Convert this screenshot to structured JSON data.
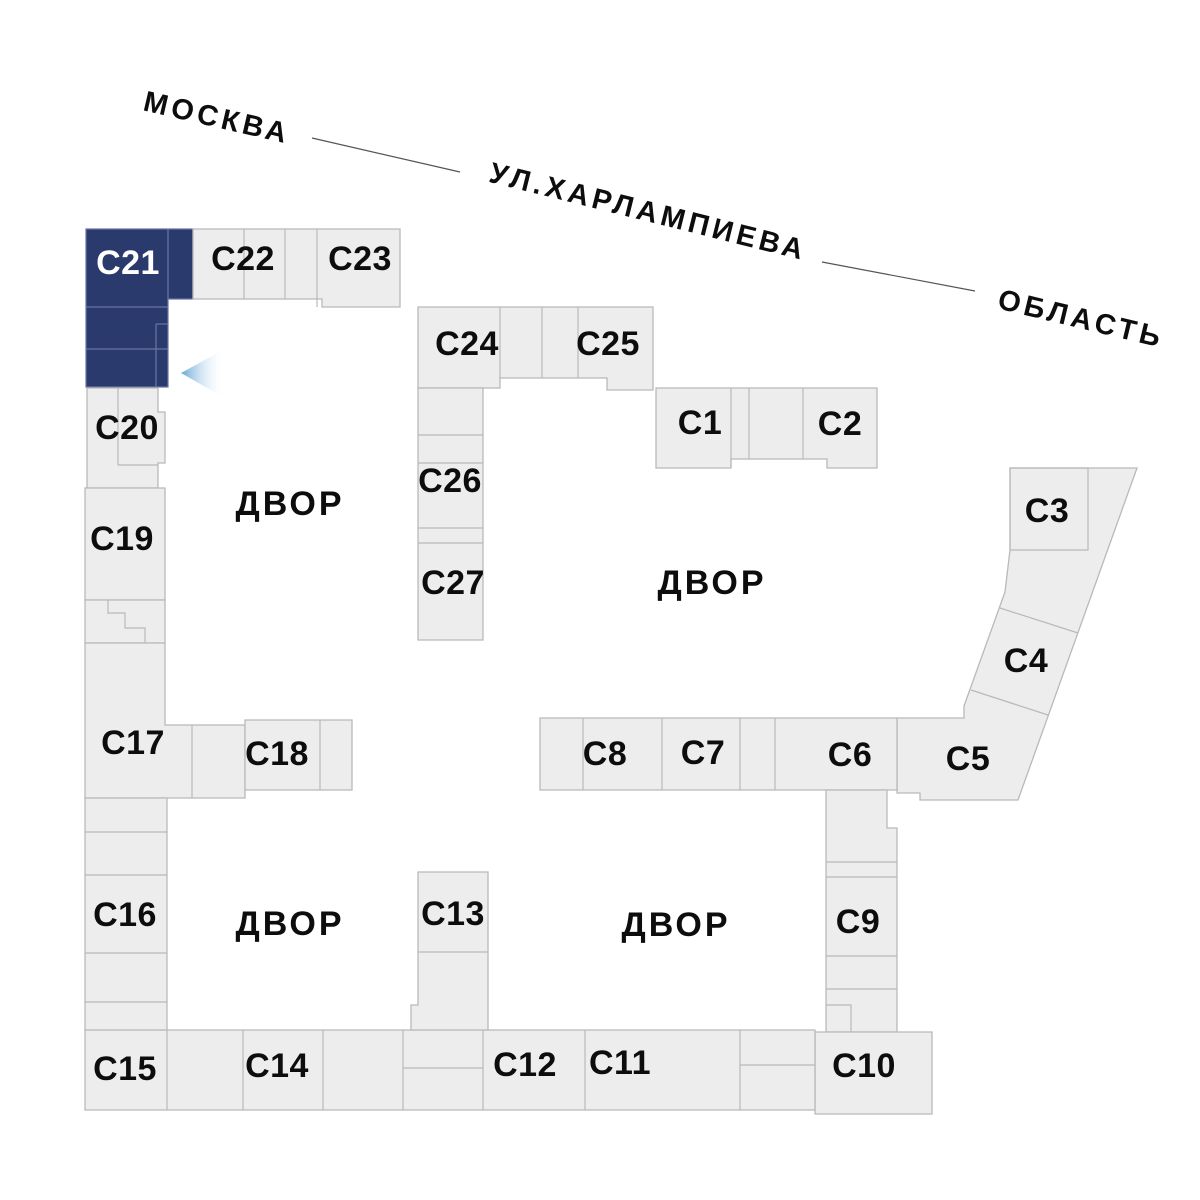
{
  "streets": {
    "left": "МОСКВА",
    "middle": "УЛ.ХАРЛАМПИЕВА",
    "right": "ОБЛАСТЬ"
  },
  "courtyard_label": "ДВОР",
  "selected_building": "С21",
  "buildings": {
    "c1": "С1",
    "c2": "С2",
    "c3": "С3",
    "c4": "С4",
    "c5": "С5",
    "c6": "С6",
    "c7": "С7",
    "c8": "С8",
    "c9": "С9",
    "c10": "С10",
    "c11": "С11",
    "c12": "С12",
    "c13": "С13",
    "c14": "С14",
    "c15": "С15",
    "c16": "С16",
    "c17": "С17",
    "c18": "С18",
    "c19": "С19",
    "c20": "С20",
    "c21": "С21",
    "c22": "С22",
    "c23": "С23",
    "c24": "С24",
    "c25": "С25",
    "c26": "С26",
    "c27": "С27"
  },
  "colors": {
    "highlight": "#2a3a6c",
    "building_fill": "#ededed",
    "building_border": "#b9b9b9",
    "label_text": "#0d0d0d",
    "selected_label_text": "#ffffff",
    "pointer_start": "#67a8d6",
    "pointer_end": "#ffffff"
  }
}
